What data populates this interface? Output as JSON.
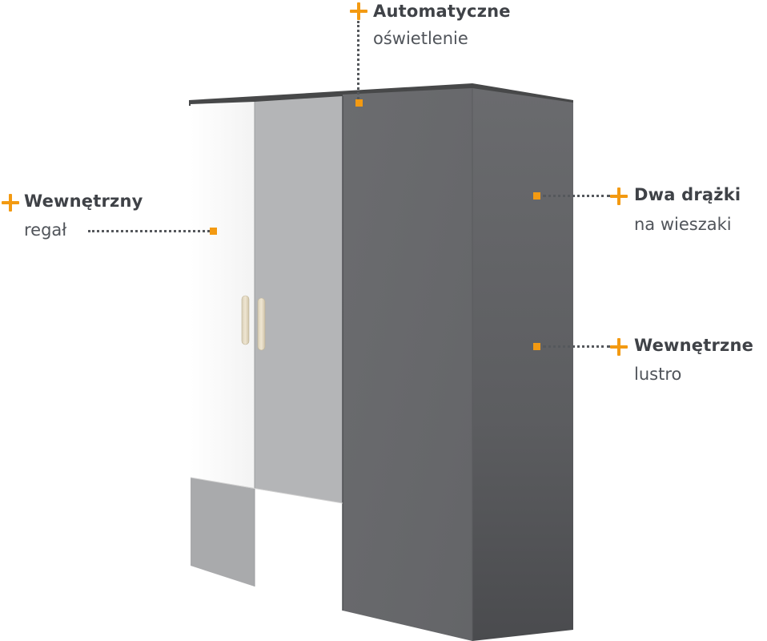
{
  "features": {
    "lighting": {
      "title": "Automatyczne",
      "subtitle": "oświetlenie"
    },
    "shelf": {
      "title": "Wewnętrzny",
      "subtitle": "regał"
    },
    "rails": {
      "title": "Dwa drążki",
      "subtitle": "na wieszaki"
    },
    "mirror": {
      "title": "Wewnętrzne",
      "subtitle": "lustro"
    }
  },
  "colors": {
    "accent": "#f39a12",
    "text": "#3f4247",
    "cabinet_dark": "#5e5f62",
    "cabinet_light_gray": "#b2b3b5",
    "cabinet_white": "#ffffff"
  },
  "icons": [
    "plus-icon",
    "callout-marker",
    "door-handle"
  ]
}
